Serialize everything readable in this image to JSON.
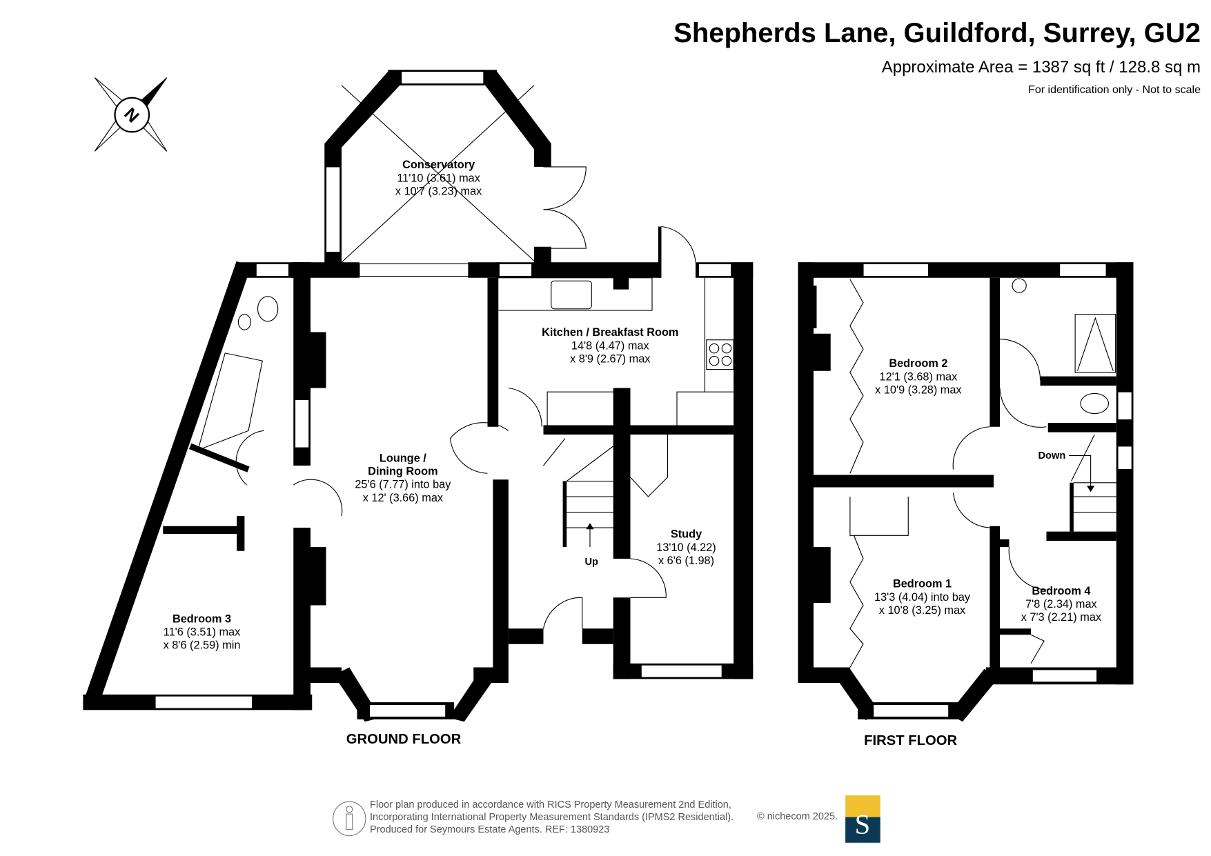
{
  "header": {
    "title": "Shepherds Lane, Guildford, Surrey, GU2",
    "area": "Approximate Area = 1387 sq ft / 128.8 sq m",
    "note": "For identification only - Not to scale"
  },
  "compass": {
    "label": "N"
  },
  "ground_floor": {
    "label": "GROUND FLOOR",
    "rooms": [
      {
        "name": "Conservatory",
        "l1": "11'10 (3.61) max",
        "l2": "x 10'7 (3.23) max"
      },
      {
        "name": "Kitchen / Breakfast Room",
        "l1": "14'8 (4.47) max",
        "l2": "x 8'9 (2.67) max"
      },
      {
        "name": "Lounge /",
        "name2": "Dining Room",
        "l1": "25'6 (7.77) into bay",
        "l2": "x 12' (3.66) max"
      },
      {
        "name": "Study",
        "l1": "13'10 (4.22)",
        "l2": "x 6'6 (1.98)"
      },
      {
        "name": "Bedroom 3",
        "l1": "11'6 (3.51) max",
        "l2": "x 8'6 (2.59) min"
      }
    ],
    "stairs_label": "Up"
  },
  "first_floor": {
    "label": "FIRST FLOOR",
    "rooms": [
      {
        "name": "Bedroom 2",
        "l1": "12'1 (3.68) max",
        "l2": "x 10'9 (3.28) max"
      },
      {
        "name": "Bedroom 1",
        "l1": "13'3 (4.04) into bay",
        "l2": "x 10'8 (3.25) max"
      },
      {
        "name": "Bedroom 4",
        "l1": "7'8 (2.34) max",
        "l2": "x 7'3 (2.21) max"
      }
    ],
    "stairs_label": "Down"
  },
  "footer": {
    "line1": "Floor plan produced in accordance with RICS Property Measurement 2nd Edition,",
    "line2": "Incorporating International Property Measurement Standards (IPMS2 Residential).",
    "line3": "Produced for Seymours Estate Agents.   REF:  1380923",
    "copyright": "© nichecom 2025.",
    "logo_letter": "S"
  },
  "colors": {
    "logo_top": "#F0C030",
    "logo_bottom": "#0B3A55",
    "walls": "#000000"
  }
}
